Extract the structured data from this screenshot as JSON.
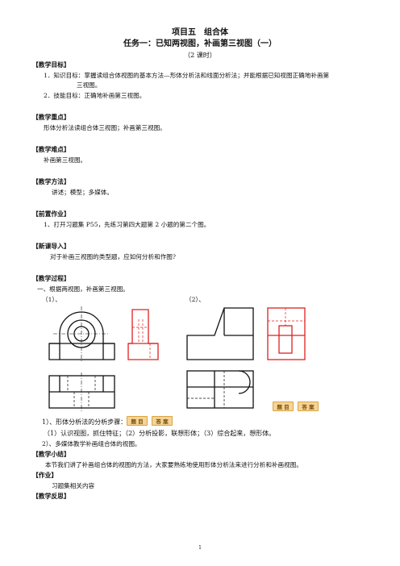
{
  "header": {
    "title1": "项目五　组合体",
    "title2": "任务一：已知两视图，补画第三视图（一）",
    "hours": "（2 课时）"
  },
  "sections": {
    "objectives": {
      "head": "【教学目标】",
      "item1a": "1．知识目标：掌握读组合体视图的基本方法—形体分析法和线面分析法；并能根据已知视图正确地补画第",
      "item1b": "三视图。",
      "item2": "2．技能目标：正确地补画第三视图。"
    },
    "key": {
      "head": "【教学重点】",
      "text": "形体分析法读组合体三视图；补画第三视图。"
    },
    "difficulty": {
      "head": "【教学难点】",
      "text": "补画第三视图。"
    },
    "method": {
      "head": "【教学方法】",
      "text": "讲述；模型；多媒体。"
    },
    "pre": {
      "head": "【前置作业】",
      "text": "1、打开习题集 P55，先练习第四大题第 2 小题的第二个图。"
    },
    "intro": {
      "head": "【新课导入】",
      "text": "对于补画三视图的类型题，应如何分析和作图?"
    },
    "process": {
      "head": "【教学过程】",
      "line1": "一、根据两视图，补画第三视图。",
      "fig1_label": "（1）、",
      "fig2_label": "（2）、",
      "btn_question": "题 目",
      "btn_answer": "答 案",
      "steps_head": "1）、形体分析法的分析步骤：",
      "steps": "（1）认识视图，抓住特征；（2）分析投影，联想形体；（3）综合起来，想形体。",
      "line2": "2）、多媒体教学补画组合体的视图。"
    },
    "summary": {
      "head": "【教学小结】",
      "text": "本节我们讲了补画组合体的视图的方法，大家要熟练地使用形体分析法来进行分析和补画视图。"
    },
    "homework": {
      "head": "【作业】",
      "text": "习题集相关内容"
    },
    "reflection": {
      "head": "【教学反思】"
    }
  },
  "footer": {
    "page_number": "1"
  },
  "colors": {
    "answer_line": "#e02020",
    "button_fill": "#f4d49a"
  }
}
